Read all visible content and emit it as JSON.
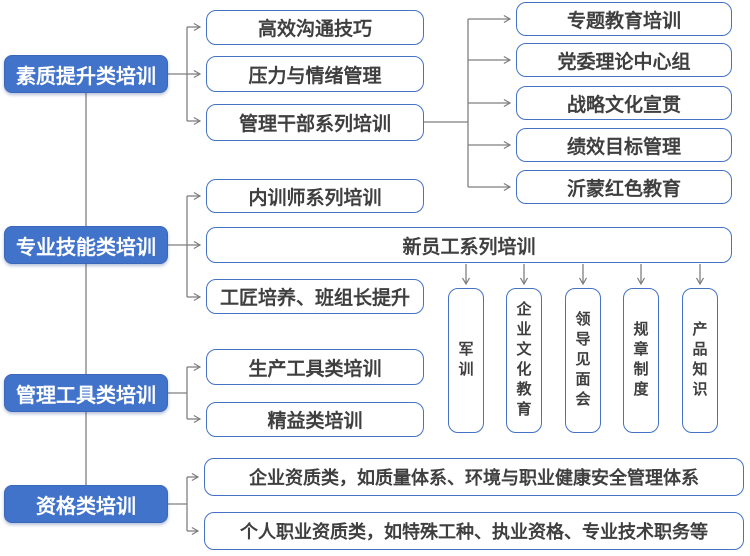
{
  "diagram": {
    "colors": {
      "category_fill": "#4273CB",
      "category_text": "#ffffff",
      "node_border": "#4472C4",
      "node_text": "#3f3f3f",
      "connector": "#7f7f7f",
      "background": "#ffffff"
    },
    "categories": [
      {
        "label": "素质提升类培训",
        "children": [
          "高效沟通技巧",
          "压力与情绪管理",
          "管理干部系列培训"
        ]
      },
      {
        "label": "专业技能类培训",
        "children": [
          "内训师系列培训",
          "新员工系列培训",
          "工匠培养、班组长提升"
        ]
      },
      {
        "label": "管理工具类培训",
        "children": [
          "生产工具类培训",
          "精益类培训"
        ]
      },
      {
        "label": "资格类培训",
        "children": [
          "企业资质类，如质量体系、环境与职业健康安全管理体系",
          "个人职业资质类，如特殊工种、执业资格、专业技术职务等"
        ]
      }
    ],
    "cadre_series_children": [
      "专题教育培训",
      "党委理论中心组",
      "战略文化宣贯",
      "绩效目标管理",
      "沂蒙红色教育"
    ],
    "new_employee_children": [
      "军训",
      "企业文化教育",
      "领导见面会",
      "规章制度",
      "产品知识"
    ]
  }
}
